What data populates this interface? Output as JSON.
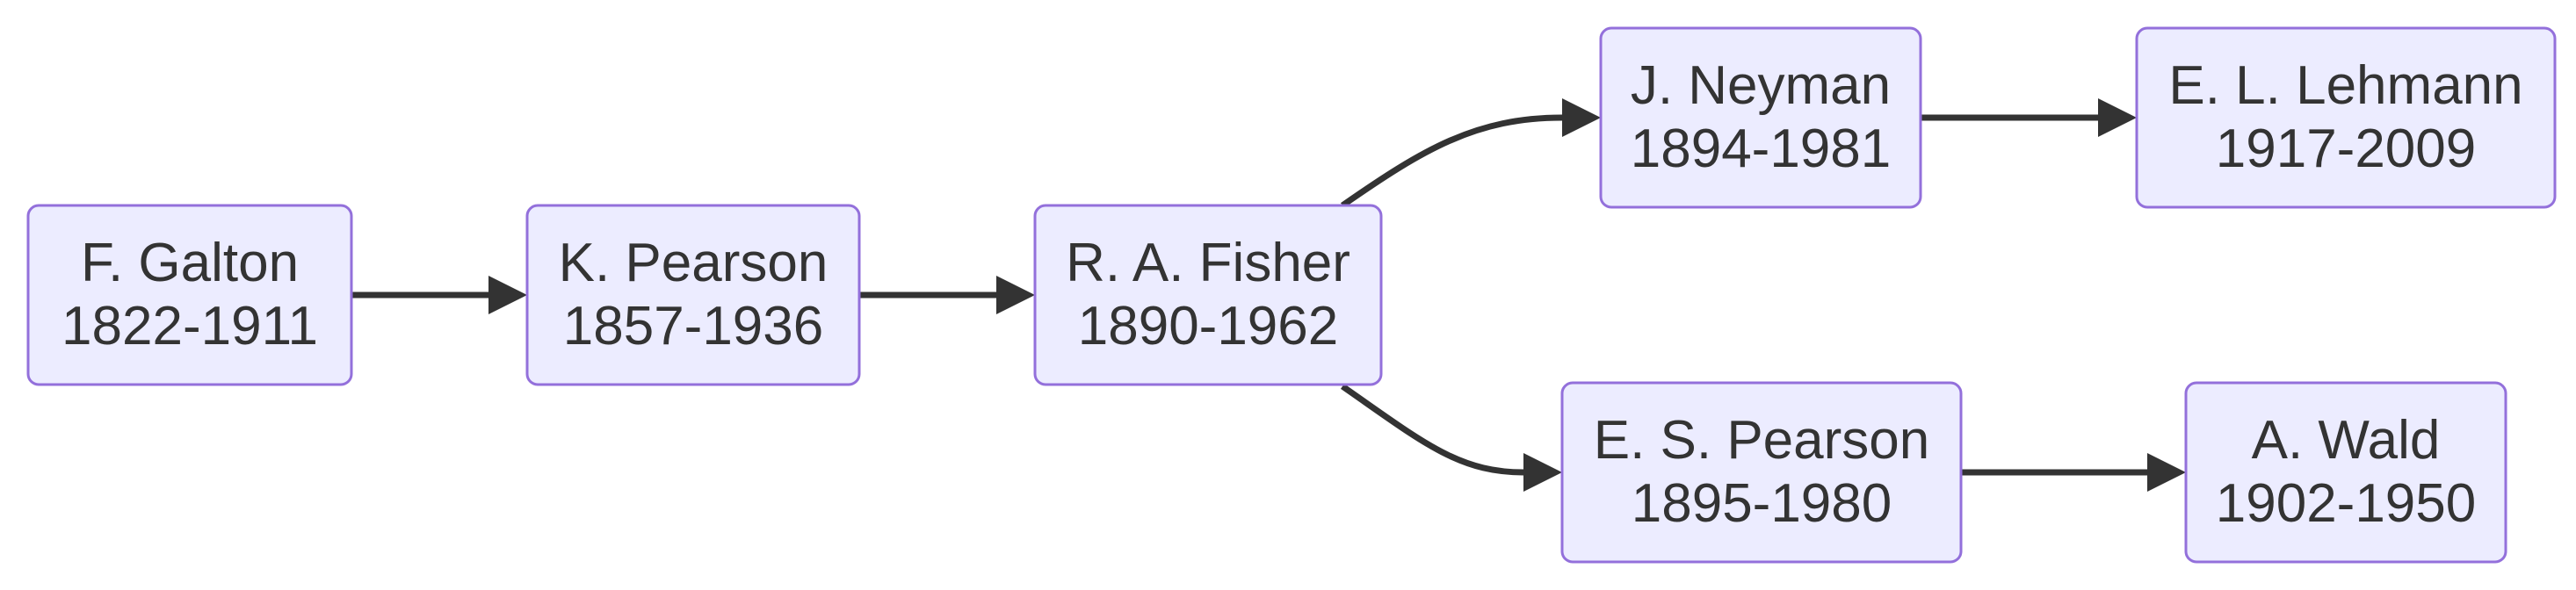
{
  "diagram": {
    "type": "flowchart-lr",
    "colors": {
      "node_fill": "#ececff",
      "node_stroke": "#9370db",
      "text": "#333333",
      "edge": "#333333",
      "background": "#ffffff"
    },
    "nodes": [
      {
        "id": "galton",
        "name": "F. Galton",
        "years": "1822-1911"
      },
      {
        "id": "kpearson",
        "name": "K. Pearson",
        "years": "1857-1936"
      },
      {
        "id": "fisher",
        "name": "R. A. Fisher",
        "years": "1890-1962"
      },
      {
        "id": "neyman",
        "name": "J. Neyman",
        "years": "1894-1981"
      },
      {
        "id": "lehmann",
        "name": "E. L. Lehmann",
        "years": "1917-2009"
      },
      {
        "id": "espearson",
        "name": "E. S. Pearson",
        "years": "1895-1980"
      },
      {
        "id": "wald",
        "name": "A. Wald",
        "years": "1902-1950"
      }
    ],
    "edges": [
      {
        "from": "galton",
        "to": "kpearson"
      },
      {
        "from": "kpearson",
        "to": "fisher"
      },
      {
        "from": "fisher",
        "to": "neyman"
      },
      {
        "from": "neyman",
        "to": "lehmann"
      },
      {
        "from": "fisher",
        "to": "espearson"
      },
      {
        "from": "espearson",
        "to": "wald"
      }
    ]
  }
}
